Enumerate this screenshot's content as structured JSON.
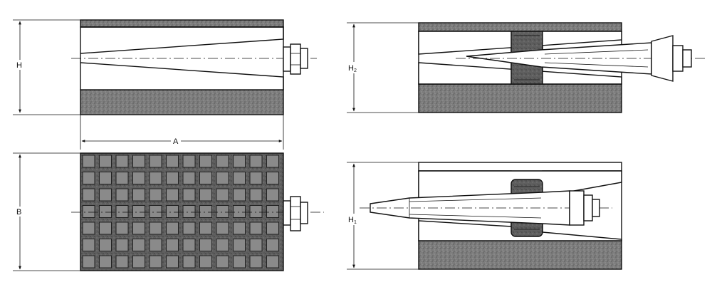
{
  "labels": {
    "H": "H",
    "A": "A",
    "B": "B",
    "H2": "H",
    "H2_sub": "2",
    "H1": "H",
    "H1_sub": "1"
  },
  "colors": {
    "line": "#111111",
    "shade": "#7a7a7a",
    "shade_dark": "#5e5e5e",
    "background": "#ffffff"
  },
  "views": [
    "front-view",
    "top-view",
    "raised-position-view",
    "lowered-position-view"
  ]
}
